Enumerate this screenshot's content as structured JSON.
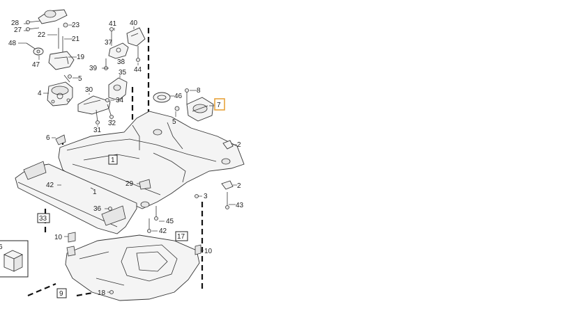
{
  "labels": {
    "n1": "1",
    "n1b": "1",
    "n2a": "2",
    "n2b": "2",
    "n3": "3",
    "n4": "4",
    "n5a": "5",
    "n5b": "5",
    "n6": "6",
    "n7": "7",
    "n8": "8",
    "n9": "9",
    "n10a": "10",
    "n10b": "10",
    "n16": "6",
    "n17": "17",
    "n18": "18",
    "n19": "19",
    "n21": "21",
    "n22": "22",
    "n23": "23",
    "n27": "27",
    "n28": "28",
    "n29": "29",
    "n30": "30",
    "n31": "31",
    "n32": "32",
    "n33": "33",
    "n34": "34",
    "n35": "35",
    "n36": "36",
    "n37": "37",
    "n38": "38",
    "n39": "39",
    "n40": "40",
    "n41": "41",
    "n42a": "42",
    "n42b": "42",
    "n43": "43",
    "n44": "44",
    "n45": "45",
    "n46": "46",
    "n47": "47",
    "n48": "48"
  },
  "colors": {
    "highlight": "#e8a33c",
    "line": "#333333"
  }
}
